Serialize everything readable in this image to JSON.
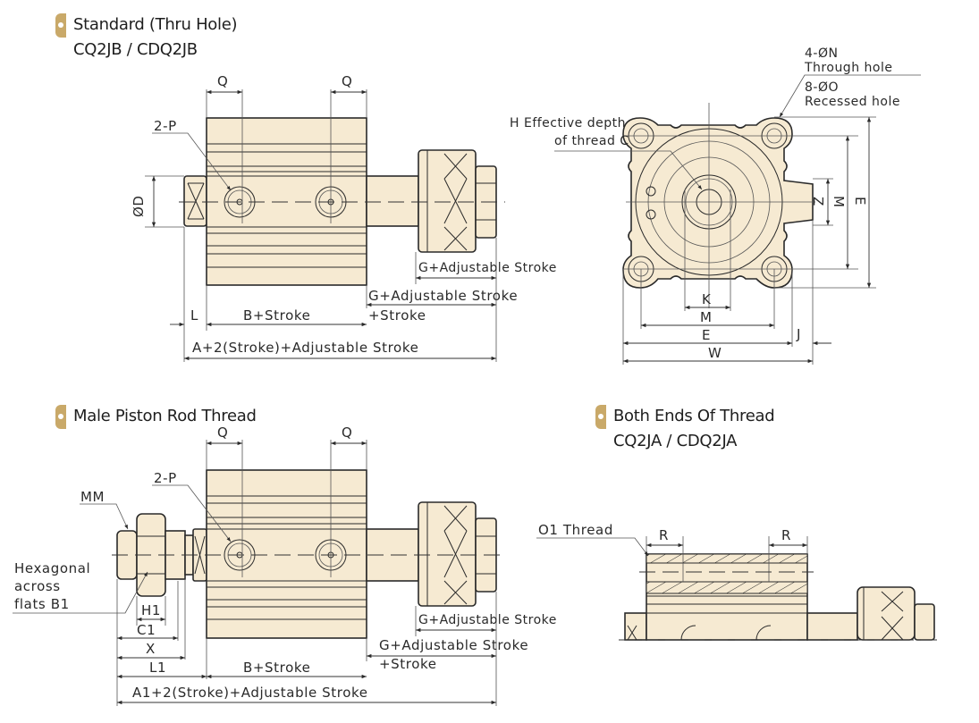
{
  "sections": {
    "standard": {
      "title": "Standard (Thru Hole)",
      "subtitle": "CQ2JB / CDQ2JB"
    },
    "male": {
      "title": "Male Piston Rod Thread"
    },
    "both": {
      "title": "Both Ends Of Thread",
      "subtitle": "CQ2JA / CDQ2JA"
    }
  },
  "standard_view": {
    "q_left": "Q",
    "q_right": "Q",
    "port": "2-P",
    "rod_dia": "ØD",
    "g_adj": "G+Adjustable Stroke",
    "g_adj_stroke_1": "G+Adjustable Stroke",
    "g_adj_stroke_2": "+Stroke",
    "l": "L",
    "b_stroke": "B+Stroke",
    "total": "A+2(Stroke)+Adjustable Stroke"
  },
  "end_view": {
    "thread_note_1": "H Effective depth",
    "thread_note_2": "of thread C",
    "through_hole_1": "4-ØN",
    "through_hole_2": "Through hole",
    "recess_hole_1": "8-ØO",
    "recess_hole_2": "Recessed hole",
    "z": "Z",
    "m_v": "M",
    "e_v": "E",
    "k": "K",
    "m_h": "M",
    "e_h": "E",
    "j": "J",
    "w": "W"
  },
  "male_view": {
    "q_left": "Q",
    "q_right": "Q",
    "port": "2-P",
    "mm": "MM",
    "hex_1": "Hexagonal",
    "hex_2": "across",
    "hex_3": "flats B1",
    "h1": "H1",
    "c1": "C1",
    "x": "X",
    "l1": "L1",
    "b_stroke": "B+Stroke",
    "g_adj": "G+Adjustable Stroke",
    "g_adj_stroke_1": "G+Adjustable Stroke",
    "g_adj_stroke_2": "+Stroke",
    "total": "A1+2(Stroke)+Adjustable Stroke"
  },
  "both_view": {
    "thread": "O1 Thread",
    "r_left": "R",
    "r_right": "R"
  },
  "colors": {
    "badge": "#c9a969",
    "body_fill": "#f6ead2",
    "line": "#2a2a2a"
  }
}
